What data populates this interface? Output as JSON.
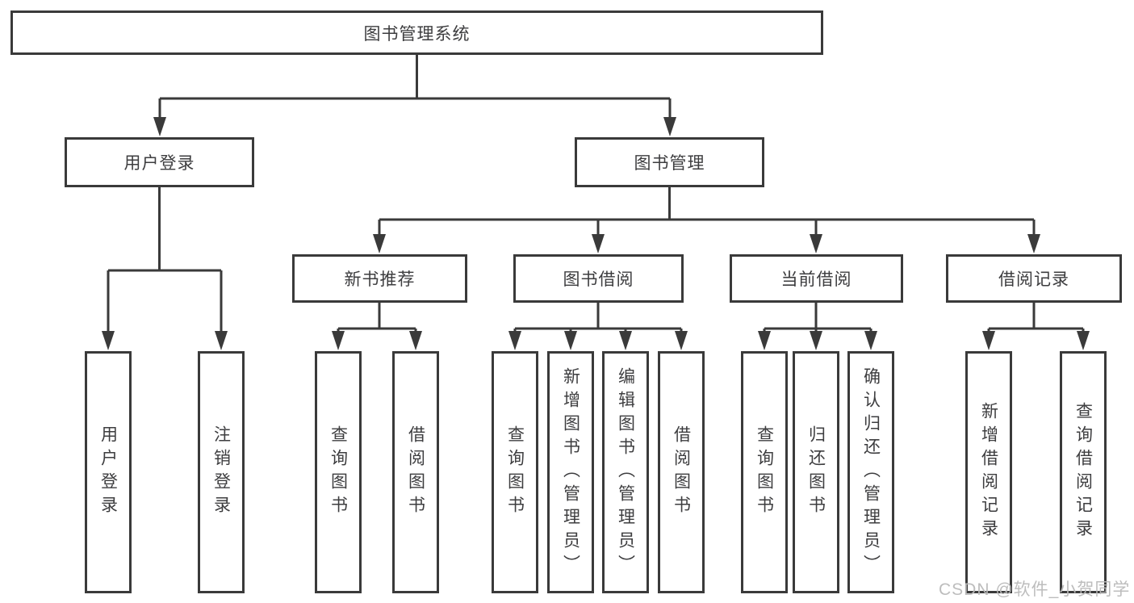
{
  "diagram": {
    "tree": {
      "label": "图书管理系统",
      "children": [
        {
          "label": "用户登录",
          "children": [
            {
              "label": "用户登录"
            },
            {
              "label": "注销登录"
            }
          ]
        },
        {
          "label": "图书管理",
          "children": [
            {
              "label": "新书推荐",
              "children": [
                {
                  "label": "查询图书"
                },
                {
                  "label": "借阅图书"
                }
              ]
            },
            {
              "label": "图书借阅",
              "children": [
                {
                  "label": "查询图书"
                },
                {
                  "label": "新增图书（管理员）"
                },
                {
                  "label": "编辑图书（管理员）"
                },
                {
                  "label": "借阅图书"
                }
              ]
            },
            {
              "label": "当前借阅",
              "children": [
                {
                  "label": "查询图书"
                },
                {
                  "label": "归还图书"
                },
                {
                  "label": "确认归还（管理员）"
                }
              ]
            },
            {
              "label": "借阅记录",
              "children": [
                {
                  "label": "新增借阅记录"
                },
                {
                  "label": "查询借阅记录"
                }
              ]
            }
          ]
        }
      ]
    },
    "watermark": "CSDN @软件_小贺同学",
    "colors": {
      "line": "#3a3a3a",
      "text": "#3d3d3f",
      "background": "#ffffff",
      "watermark": "#b9b9b9"
    }
  }
}
